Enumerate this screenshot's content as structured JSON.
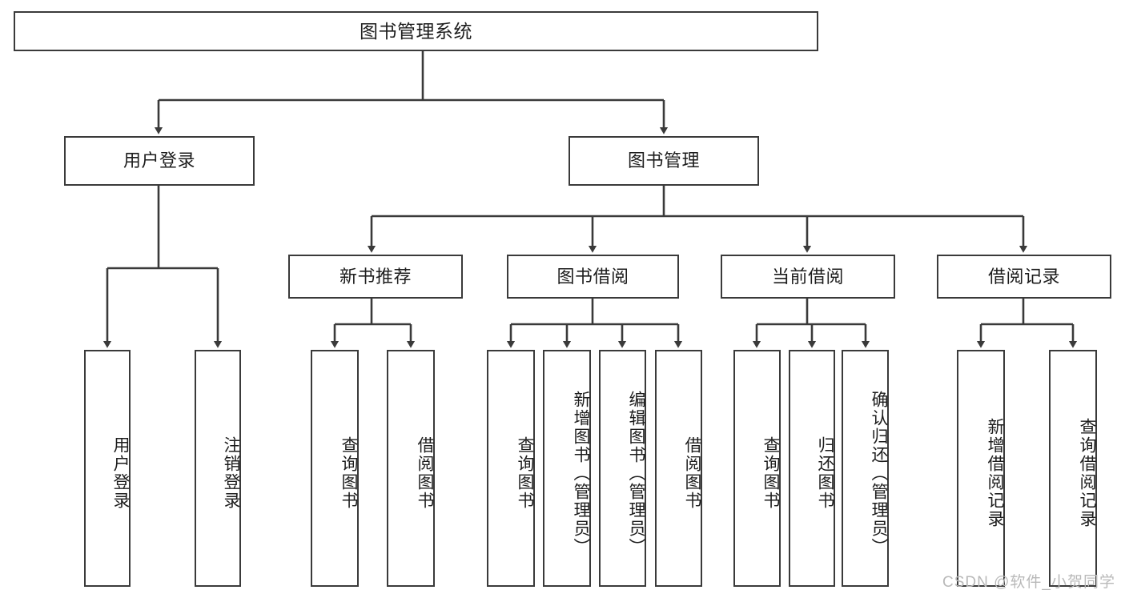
{
  "diagram": {
    "title": "图书管理系统",
    "type": "tree",
    "watermark": "CSDN @软件_小贺同学",
    "colors": {
      "stroke": "#3a3a3a",
      "fill": "#ffffff",
      "text": "#1d1d1d",
      "watermark": "#b9b9b9"
    },
    "root": {
      "label": "图书管理系统"
    },
    "level2": [
      {
        "label": "用户登录"
      },
      {
        "label": "图书管理"
      }
    ],
    "level3": [
      {
        "label": "新书推荐"
      },
      {
        "label": "图书借阅"
      },
      {
        "label": "当前借阅"
      },
      {
        "label": "借阅记录"
      }
    ],
    "leaves": {
      "user_login": [
        {
          "label": "用户登录"
        },
        {
          "label": "注销登录"
        }
      ],
      "new_book": [
        {
          "label": "查询图书"
        },
        {
          "label": "借阅图书"
        }
      ],
      "book_borrow": [
        {
          "label": "查询图书"
        },
        {
          "label": "新增图书（管理员）"
        },
        {
          "label": "编辑图书（管理员）"
        },
        {
          "label": "借阅图书"
        }
      ],
      "current_borrow": [
        {
          "label": "查询图书"
        },
        {
          "label": "归还图书"
        },
        {
          "label": "确认归还（管理员）"
        }
      ],
      "borrow_record": [
        {
          "label": "新增借阅记录"
        },
        {
          "label": "查询借阅记录"
        }
      ]
    }
  }
}
